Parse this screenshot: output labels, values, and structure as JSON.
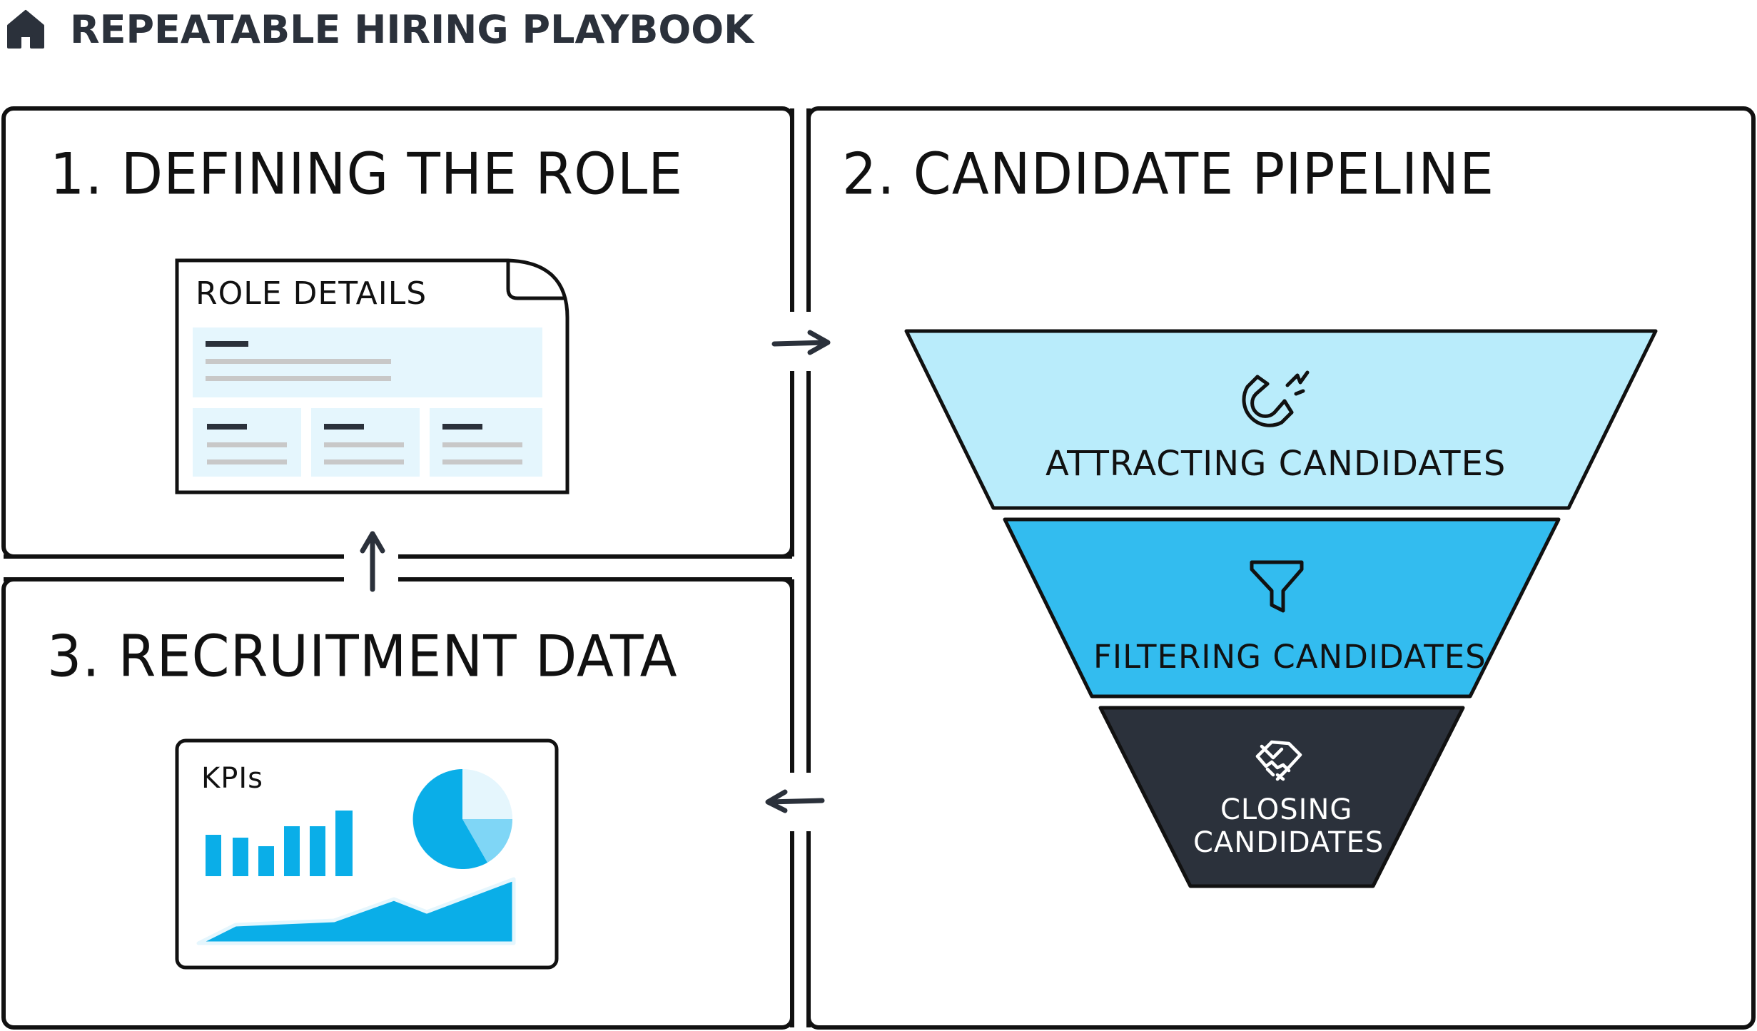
{
  "header": {
    "title": "REPEATABLE HIRING PLAYBOOK",
    "icon": "home-icon"
  },
  "panels": {
    "role": {
      "title": "1. DEFINING THE ROLE",
      "card_label": "ROLE DETAILS"
    },
    "pipeline": {
      "title": "2. CANDIDATE PIPELINE"
    },
    "data": {
      "title": "3. RECRUITMENT DATA",
      "card_label": "KPIs"
    }
  },
  "funnel": {
    "stages": [
      {
        "label": "ATTRACTING CANDIDATES",
        "icon": "magnet-icon",
        "color": "#b9ecfb"
      },
      {
        "label": "FILTERING CANDIDATES",
        "icon": "filter-icon",
        "color": "#33bcef"
      },
      {
        "label_line1": "CLOSING",
        "label_line2": "CANDIDATES",
        "icon": "handshake-icon",
        "color": "#2b313b"
      }
    ]
  },
  "colors": {
    "ink": "#111111",
    "header_text": "#2b313b",
    "chart_blue": "#0aaee8",
    "light_blue": "#e5f6fd",
    "pale_blue": "#7fd6f6"
  }
}
